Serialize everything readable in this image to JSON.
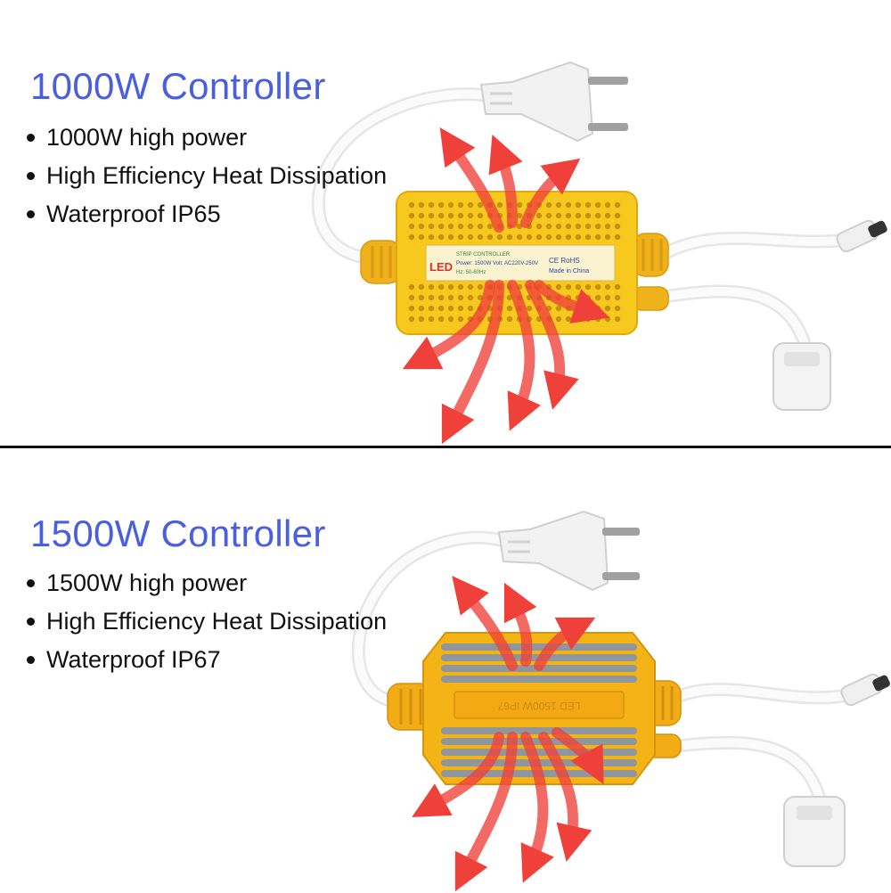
{
  "colors": {
    "heading": "#4a5fe0",
    "case_1000w": "#f7c81e",
    "case_1500w": "#f5b415",
    "arrows": "#f0403a",
    "cable": "#f2f2f2",
    "fins": "#8f969c"
  },
  "panels": [
    {
      "title": "1000W Controller",
      "features": [
        "1000W high power",
        "High Efficiency Heat Dissipation",
        "Waterproof IP65"
      ],
      "label": {
        "brand": "LED",
        "line1": "STRIP CONTROLLER",
        "line2": "Power: 1500W  Volt: AC220V-250V",
        "line3": "Hz: 50-60Hz",
        "cert": "CE RoHS",
        "origin": "Made in China"
      }
    },
    {
      "title": "1500W Controller",
      "features": [
        "1500W high power",
        "High Efficiency Heat Dissipation",
        "Waterproof IP67"
      ],
      "embossed": "LED 1500W IP67"
    }
  ]
}
